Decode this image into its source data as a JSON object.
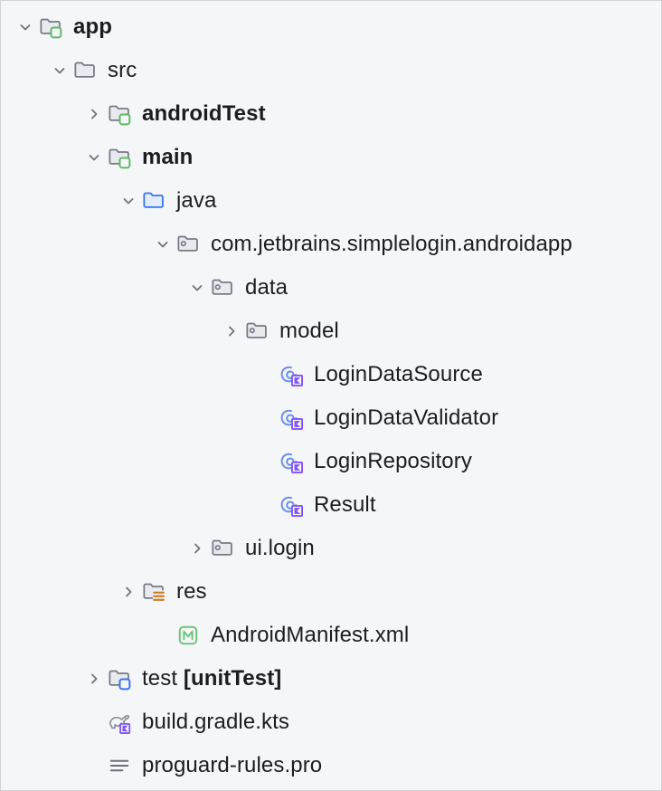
{
  "panel": {
    "name": "project-tool-window-tree",
    "background": "#f5f6f8",
    "border_color": "#d2d3d7",
    "text_color": "#1d1d20"
  },
  "colors": {
    "folder_gray": "#767a87",
    "folder_fill": "#e8eaee",
    "source_blue": "#3574f0",
    "source_blue_fill": "#e3ecff",
    "badge_green": "#5fb865",
    "badge_blue": "#3574f0",
    "badge_orange": "#cf7d27",
    "class_blue": "#6c8ef0",
    "kotlin_purple": "#7f52ff",
    "manifest_green": "#6fc47a",
    "chevron_gray": "#6f7280"
  },
  "rows": [
    {
      "name": "tree-row-app",
      "label": "app",
      "bold": true,
      "indent": 0,
      "twisty": "chevron-down-icon",
      "icon": "module-folder-green-badge-icon",
      "expanded": true
    },
    {
      "name": "tree-row-src",
      "label": "src",
      "bold": false,
      "indent": 1,
      "twisty": "chevron-down-icon",
      "icon": "folder-icon",
      "expanded": true
    },
    {
      "name": "tree-row-androidTest",
      "label": "androidTest",
      "bold": true,
      "indent": 2,
      "twisty": "chevron-right-icon",
      "icon": "module-folder-green-badge-icon",
      "expanded": false
    },
    {
      "name": "tree-row-main",
      "label": "main",
      "bold": true,
      "indent": 2,
      "twisty": "chevron-down-icon",
      "icon": "module-folder-green-badge-icon",
      "expanded": true
    },
    {
      "name": "tree-row-java",
      "label": "java",
      "bold": false,
      "indent": 3,
      "twisty": "chevron-down-icon",
      "icon": "source-root-folder-icon",
      "expanded": true
    },
    {
      "name": "tree-row-package-com-jetbrains-simplelogin-androidapp",
      "label": "com.jetbrains.simplelogin.androidapp",
      "bold": false,
      "indent": 4,
      "twisty": "chevron-down-icon",
      "icon": "package-folder-icon",
      "expanded": true
    },
    {
      "name": "tree-row-package-data",
      "label": "data",
      "bold": false,
      "indent": 5,
      "twisty": "chevron-down-icon",
      "icon": "package-folder-icon",
      "expanded": true
    },
    {
      "name": "tree-row-package-model",
      "label": "model",
      "bold": false,
      "indent": 6,
      "twisty": "chevron-right-icon",
      "icon": "package-folder-icon",
      "expanded": false
    },
    {
      "name": "tree-row-LoginDataSource",
      "label": "LoginDataSource",
      "bold": false,
      "indent": 7,
      "twisty": "none",
      "icon": "kotlin-class-icon",
      "expanded": false
    },
    {
      "name": "tree-row-LoginDataValidator",
      "label": "LoginDataValidator",
      "bold": false,
      "indent": 7,
      "twisty": "none",
      "icon": "kotlin-class-icon",
      "expanded": false
    },
    {
      "name": "tree-row-LoginRepository",
      "label": "LoginRepository",
      "bold": false,
      "indent": 7,
      "twisty": "none",
      "icon": "kotlin-class-icon",
      "expanded": false
    },
    {
      "name": "tree-row-Result",
      "label": "Result",
      "bold": false,
      "indent": 7,
      "twisty": "none",
      "icon": "kotlin-class-icon",
      "expanded": false
    },
    {
      "name": "tree-row-package-ui-login",
      "label": "ui.login",
      "bold": false,
      "indent": 5,
      "twisty": "chevron-right-icon",
      "icon": "package-folder-icon",
      "expanded": false
    },
    {
      "name": "tree-row-res",
      "label": "res",
      "bold": false,
      "indent": 3,
      "twisty": "chevron-right-icon",
      "icon": "resource-folder-icon",
      "expanded": false
    },
    {
      "name": "tree-row-AndroidManifest-xml",
      "label": "AndroidManifest.xml",
      "bold": false,
      "indent": 4,
      "twisty": "none",
      "icon": "android-manifest-icon",
      "expanded": false
    },
    {
      "name": "tree-row-test-unitTest",
      "label": "test ",
      "suffix": "[unitTest]",
      "bold": false,
      "indent": 2,
      "twisty": "chevron-right-icon",
      "icon": "test-module-folder-blue-badge-icon",
      "expanded": false
    },
    {
      "name": "tree-row-build-gradle-kts",
      "label": "build.gradle.kts",
      "bold": false,
      "indent": 2,
      "twisty": "none",
      "icon": "gradle-kotlin-script-icon",
      "expanded": false
    },
    {
      "name": "tree-row-proguard-rules-pro",
      "label": "proguard-rules.pro",
      "bold": false,
      "indent": 2,
      "twisty": "none",
      "icon": "text-file-icon",
      "expanded": false
    }
  ]
}
